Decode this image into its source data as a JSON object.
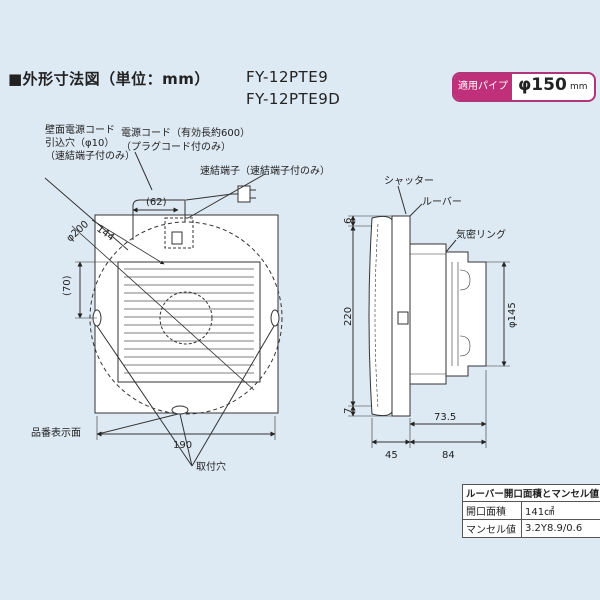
{
  "header": {
    "title": "■外形寸法図（単位：mm）",
    "model_1": "FY-12PTE9",
    "model_2": "FY-12PTE9D"
  },
  "pipe_badge": {
    "label": "適用パイプ",
    "value": "φ150",
    "unit": "mm",
    "accent_color": "#c0307a"
  },
  "front_view": {
    "callout_wall_hole": [
      "壁面電源コード",
      "引込穴（φ10）",
      "（速結端子付のみ）"
    ],
    "callout_cord": [
      "電源コード（有効長約600）",
      "（プラグコード付のみ）"
    ],
    "callout_terminal": "速結端子（速結端子付のみ）",
    "dim_62": "(62)",
    "dim_diameter_200": "φ200",
    "dim_144": "144",
    "dim_70": "(70)",
    "dim_190": "190",
    "label_model_plate": "品番表示面",
    "label_mount_holes": "取付穴"
  },
  "side_view": {
    "label_shutter": "シャッター",
    "label_louver": "ルーバー",
    "label_gasket": "気密リング",
    "dim_6": "6",
    "dim_220": "220",
    "dim_7": "7",
    "dim_diameter_145": "φ145",
    "dim_73_5": "73.5",
    "dim_45": "45",
    "dim_84": "84"
  },
  "spec_table": {
    "header": "ルーバー開口面積とマンセル値",
    "rows": [
      {
        "key": "開口面積",
        "value": "141㎠"
      },
      {
        "key": "マンセル値",
        "value": "3.2Y8.9/0.6"
      }
    ]
  }
}
